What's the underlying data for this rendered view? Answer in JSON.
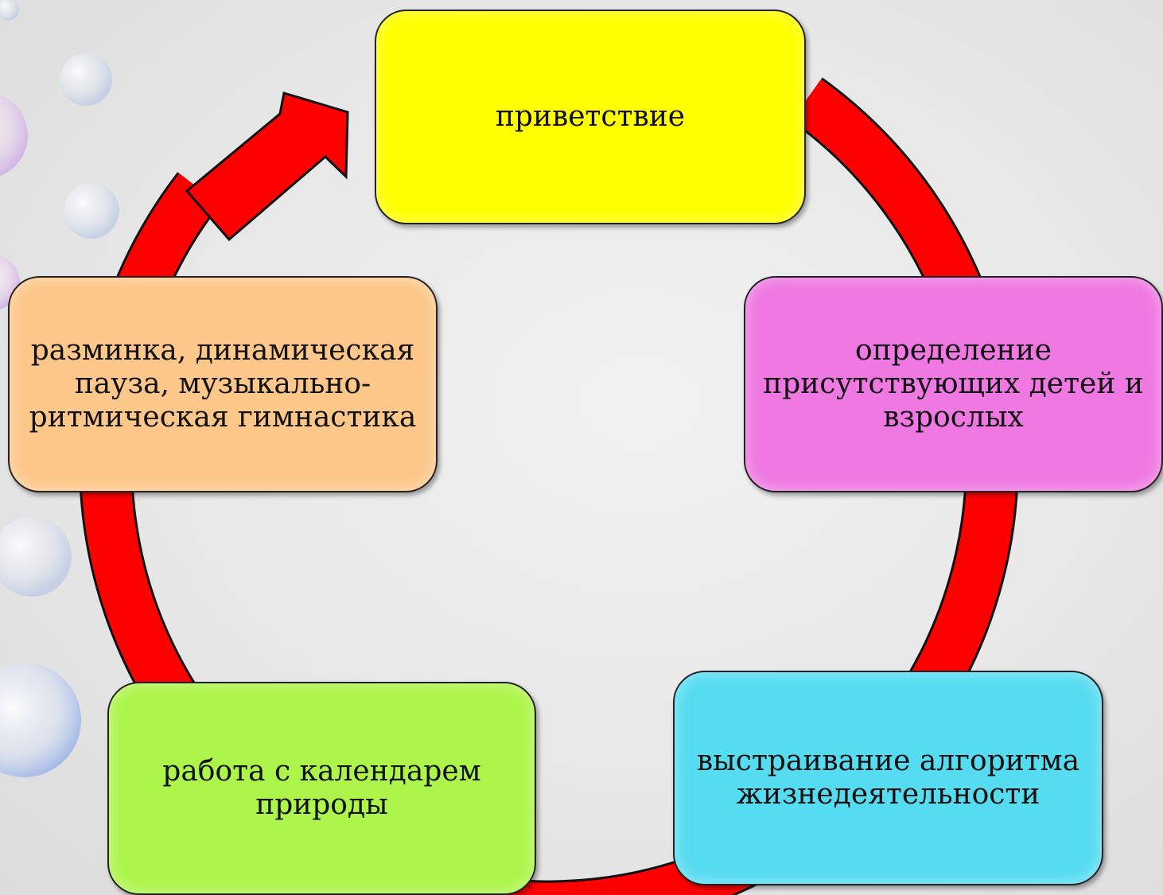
{
  "diagram": {
    "type": "cycle",
    "arrow_color": "#ff0000",
    "nodes": [
      {
        "id": "top",
        "text": "приветствие",
        "color": "#ffff00"
      },
      {
        "id": "right",
        "text": "определение присутствующих детей и взрослых",
        "color": "#ef78e2"
      },
      {
        "id": "bottom_right",
        "text": "выстраивание алгоритма жизнедеятельности",
        "color": "#56dcf1"
      },
      {
        "id": "bottom_left",
        "text": "работа с календарем природы",
        "color": "#adf54a"
      },
      {
        "id": "left",
        "text": "разминка, динамическая пауза, музыкально-ритмическая гимнастика",
        "color": "#fdc78a"
      }
    ]
  }
}
